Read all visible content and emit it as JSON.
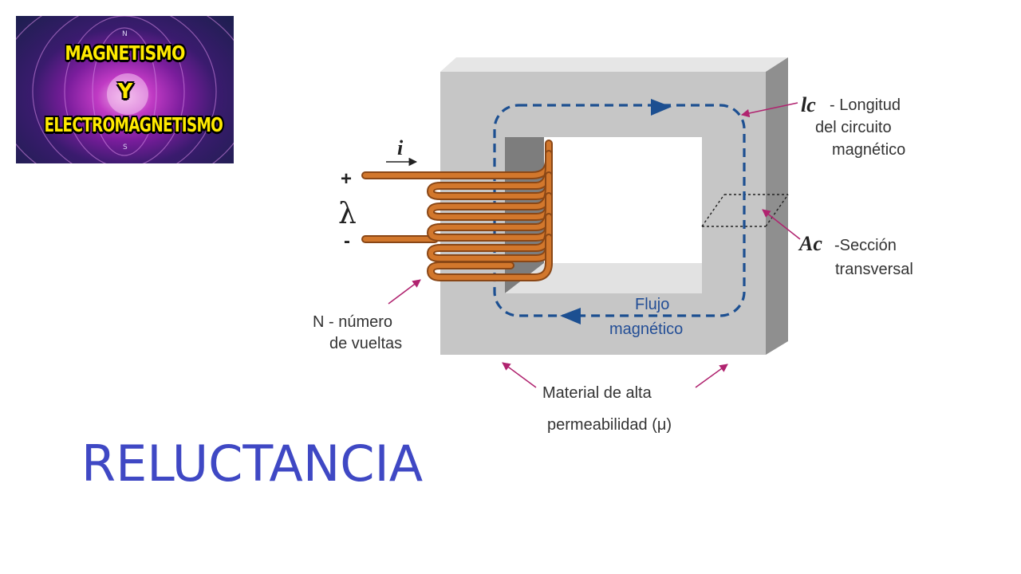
{
  "badge": {
    "line1": "MAGNETISMO",
    "line2": "Y",
    "line3": "ELECTROMAGNETISMO",
    "pole_north": "N",
    "pole_south": "S"
  },
  "diagram": {
    "current_symbol": "i",
    "plus": "+",
    "lambda": "λ",
    "minus": "-",
    "lc_symbol": "lc",
    "lc_text": [
      "- Longitud",
      "del circuito",
      "magnético"
    ],
    "ac_symbol": "Ac",
    "ac_text": [
      "-Sección",
      "transversal"
    ],
    "turns_text": [
      "N - número",
      "de vueltas"
    ],
    "flux_text": [
      "Flujo",
      "magnético"
    ],
    "material_text": [
      "Material de alta",
      "permeabilidad (μ)"
    ]
  },
  "title": "RELUCTANCIA",
  "colors": {
    "core": "#c6c6c6",
    "core_top": "#e6e6e6",
    "core_side": "#8f8f8f",
    "coil": "#d2772c",
    "flux": "#1c4f91",
    "arrow": "#b0236f",
    "title": "#3f48c4",
    "badge_text": "#ffea00"
  }
}
